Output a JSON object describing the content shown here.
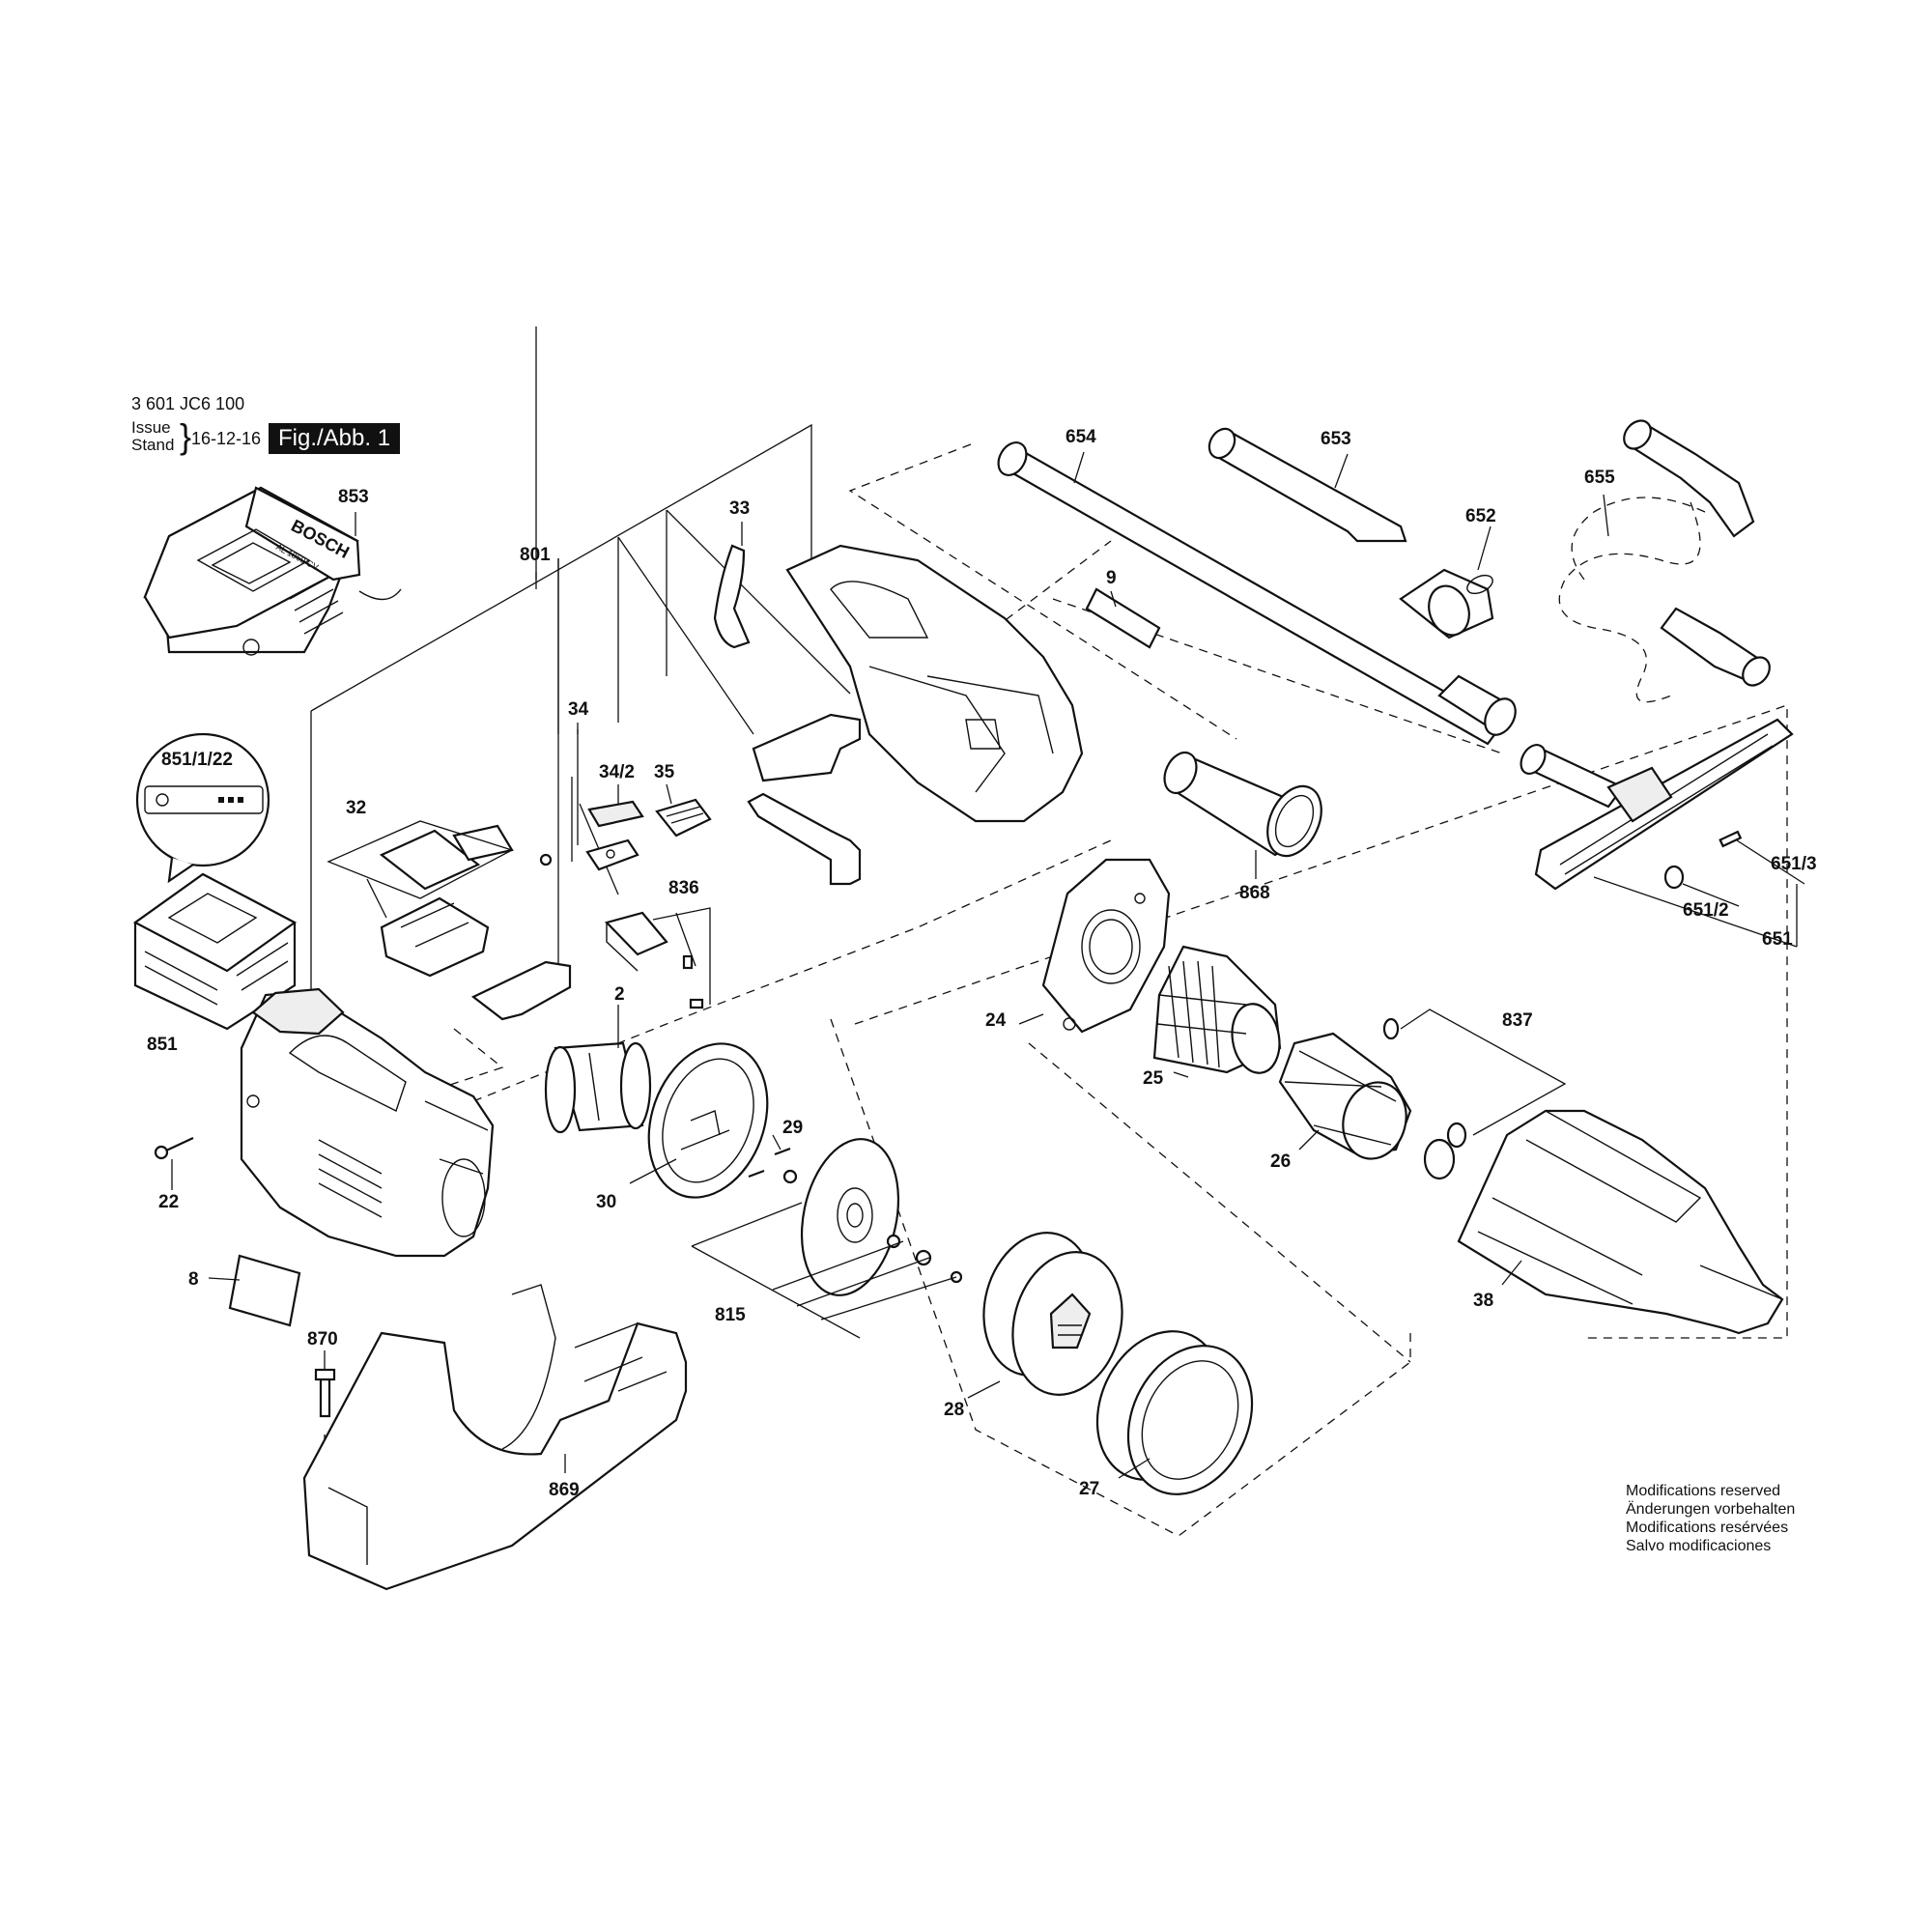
{
  "header": {
    "doc_number": "3 601 JC6 100",
    "issue_label": "Issue",
    "stand_label": "Stand",
    "issue_date": "16-12-16",
    "figure_label": "Fig./Abb. 1"
  },
  "charger": {
    "brand": "BOSCH",
    "model": "AL 1860 CV"
  },
  "part_labels": {
    "p853": "853",
    "p801": "801",
    "p33": "33",
    "p654": "654",
    "p653": "653",
    "p652": "652",
    "p655": "655",
    "p9": "9",
    "p851_1_22": "851/1/22",
    "p34": "34",
    "p34_2": "34/2",
    "p35": "35",
    "p32": "32",
    "p836": "836",
    "p868": "868",
    "p651_3": "651/3",
    "p651_2": "651/2",
    "p651": "651",
    "p851": "851",
    "p2": "2",
    "p24": "24",
    "p837": "837",
    "p29": "29",
    "p25": "25",
    "p26": "26",
    "p22": "22",
    "p30": "30",
    "p8": "8",
    "p815": "815",
    "p38": "38",
    "p870": "870",
    "p28": "28",
    "p869": "869",
    "p27": "27"
  },
  "footer": {
    "lines": [
      "Modifications reserved",
      "Änderungen vorbehalten",
      "Modifications resérvées",
      "Salvo modificaciones"
    ]
  }
}
